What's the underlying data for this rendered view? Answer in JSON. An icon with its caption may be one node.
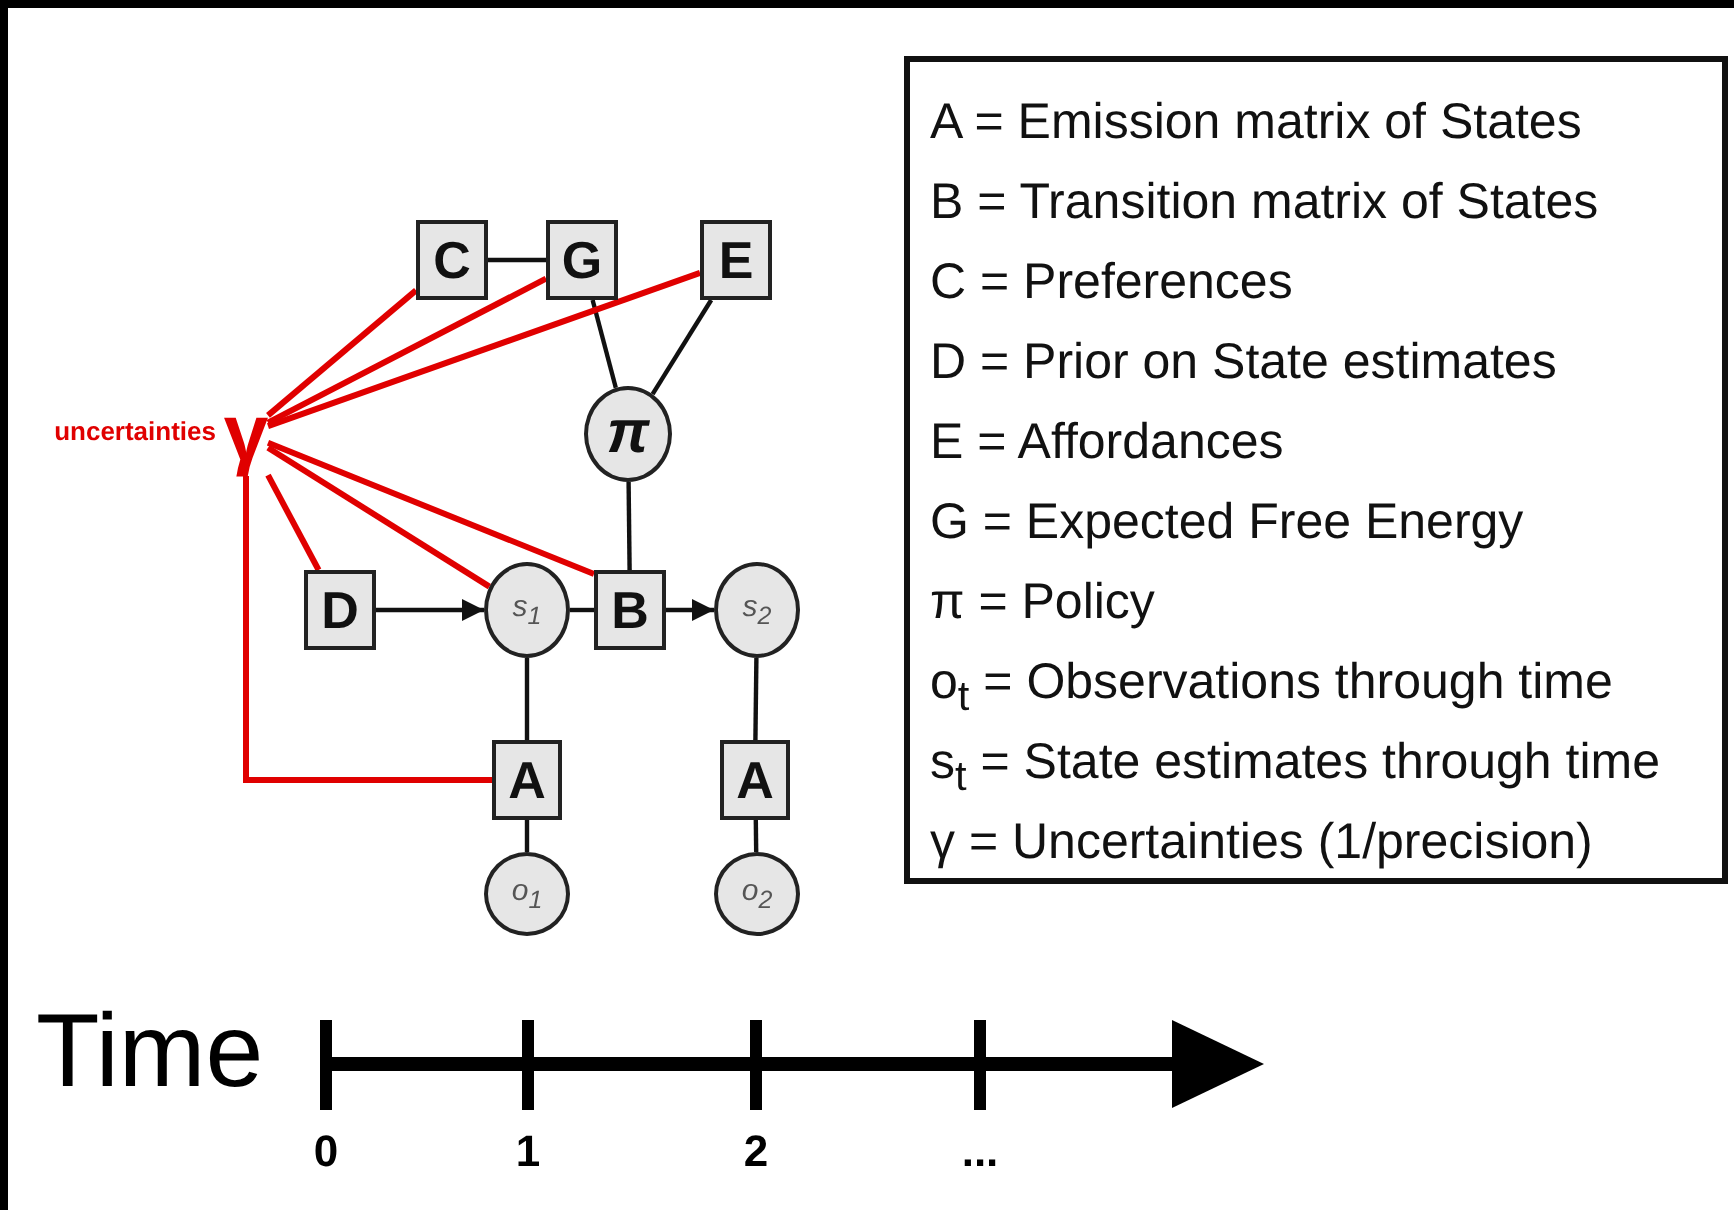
{
  "diagram": {
    "nodes": [
      {
        "text": [
          "C"
        ]
      },
      {
        "text": [
          "G"
        ]
      },
      {
        "text": [
          "E"
        ]
      },
      {
        "text": [
          "γ"
        ],
        "beside": [
          "uncertainties"
        ]
      },
      {
        "text": [
          "π"
        ]
      },
      {
        "text": [
          "D"
        ]
      },
      {
        "text": [
          "s$_{1}$"
        ]
      },
      {
        "text": [
          "B"
        ]
      },
      {
        "text": [
          "s$_{2}$"
        ]
      },
      {
        "text": [
          "A"
        ]
      },
      {
        "text": [
          "A"
        ]
      },
      {
        "text": [
          "o$_{1}$"
        ]
      },
      {
        "text": [
          "o$_{2}$"
        ]
      },
      {
        "text": [
          "A = Emission matrix of States",
          "B = Transition matrix of States",
          "C = Preferences",
          "D = Prior on State estimates",
          "E = Affordances",
          "G = Expected Free Energy",
          "π = Policy",
          "o$_{t}$ = Observations through time",
          "s$_{t}$ = State estimates through time",
          "γ = Uncertainties (1/precision)"
        ]
      }
    ],
    "edges": [
      {
        "from": 0,
        "to": 1,
        "arrow": "none"
      },
      {
        "from": 1,
        "to": 4,
        "arrow": "none"
      },
      {
        "from": 2,
        "to": 4,
        "arrow": "none"
      },
      {
        "from": 4,
        "to": 7,
        "arrow": "none"
      },
      {
        "from": 5,
        "to": 6,
        "arrow": "to"
      },
      {
        "from": 6,
        "to": 7,
        "arrow": "none"
      },
      {
        "from": 7,
        "to": 8,
        "arrow": "to"
      },
      {
        "from": 6,
        "to": 9,
        "arrow": "none"
      },
      {
        "from": 9,
        "to": 11,
        "arrow": "none"
      },
      {
        "from": 8,
        "to": 10,
        "arrow": "none"
      },
      {
        "from": 10,
        "to": 12,
        "arrow": "none"
      },
      {
        "from": 3,
        "to": 0,
        "arrow": "none",
        "color": "#e00000"
      },
      {
        "from": 3,
        "to": 1,
        "arrow": "none",
        "color": "#e00000"
      },
      {
        "from": 3,
        "to": 2,
        "arrow": "none",
        "color": "#e00000"
      },
      {
        "from": 3,
        "to": 5,
        "arrow": "none",
        "color": "#e00000"
      },
      {
        "from": 3,
        "to": 6,
        "arrow": "none",
        "color": "#e00000"
      },
      {
        "from": 3,
        "to": 7,
        "arrow": "none",
        "color": "#e00000"
      },
      {
        "from": 3,
        "to": 9,
        "arrow": "none",
        "color": "#e00000"
      }
    ],
    "labels": [
      "Time",
      "0",
      "1",
      "2",
      "..."
    ]
  }
}
